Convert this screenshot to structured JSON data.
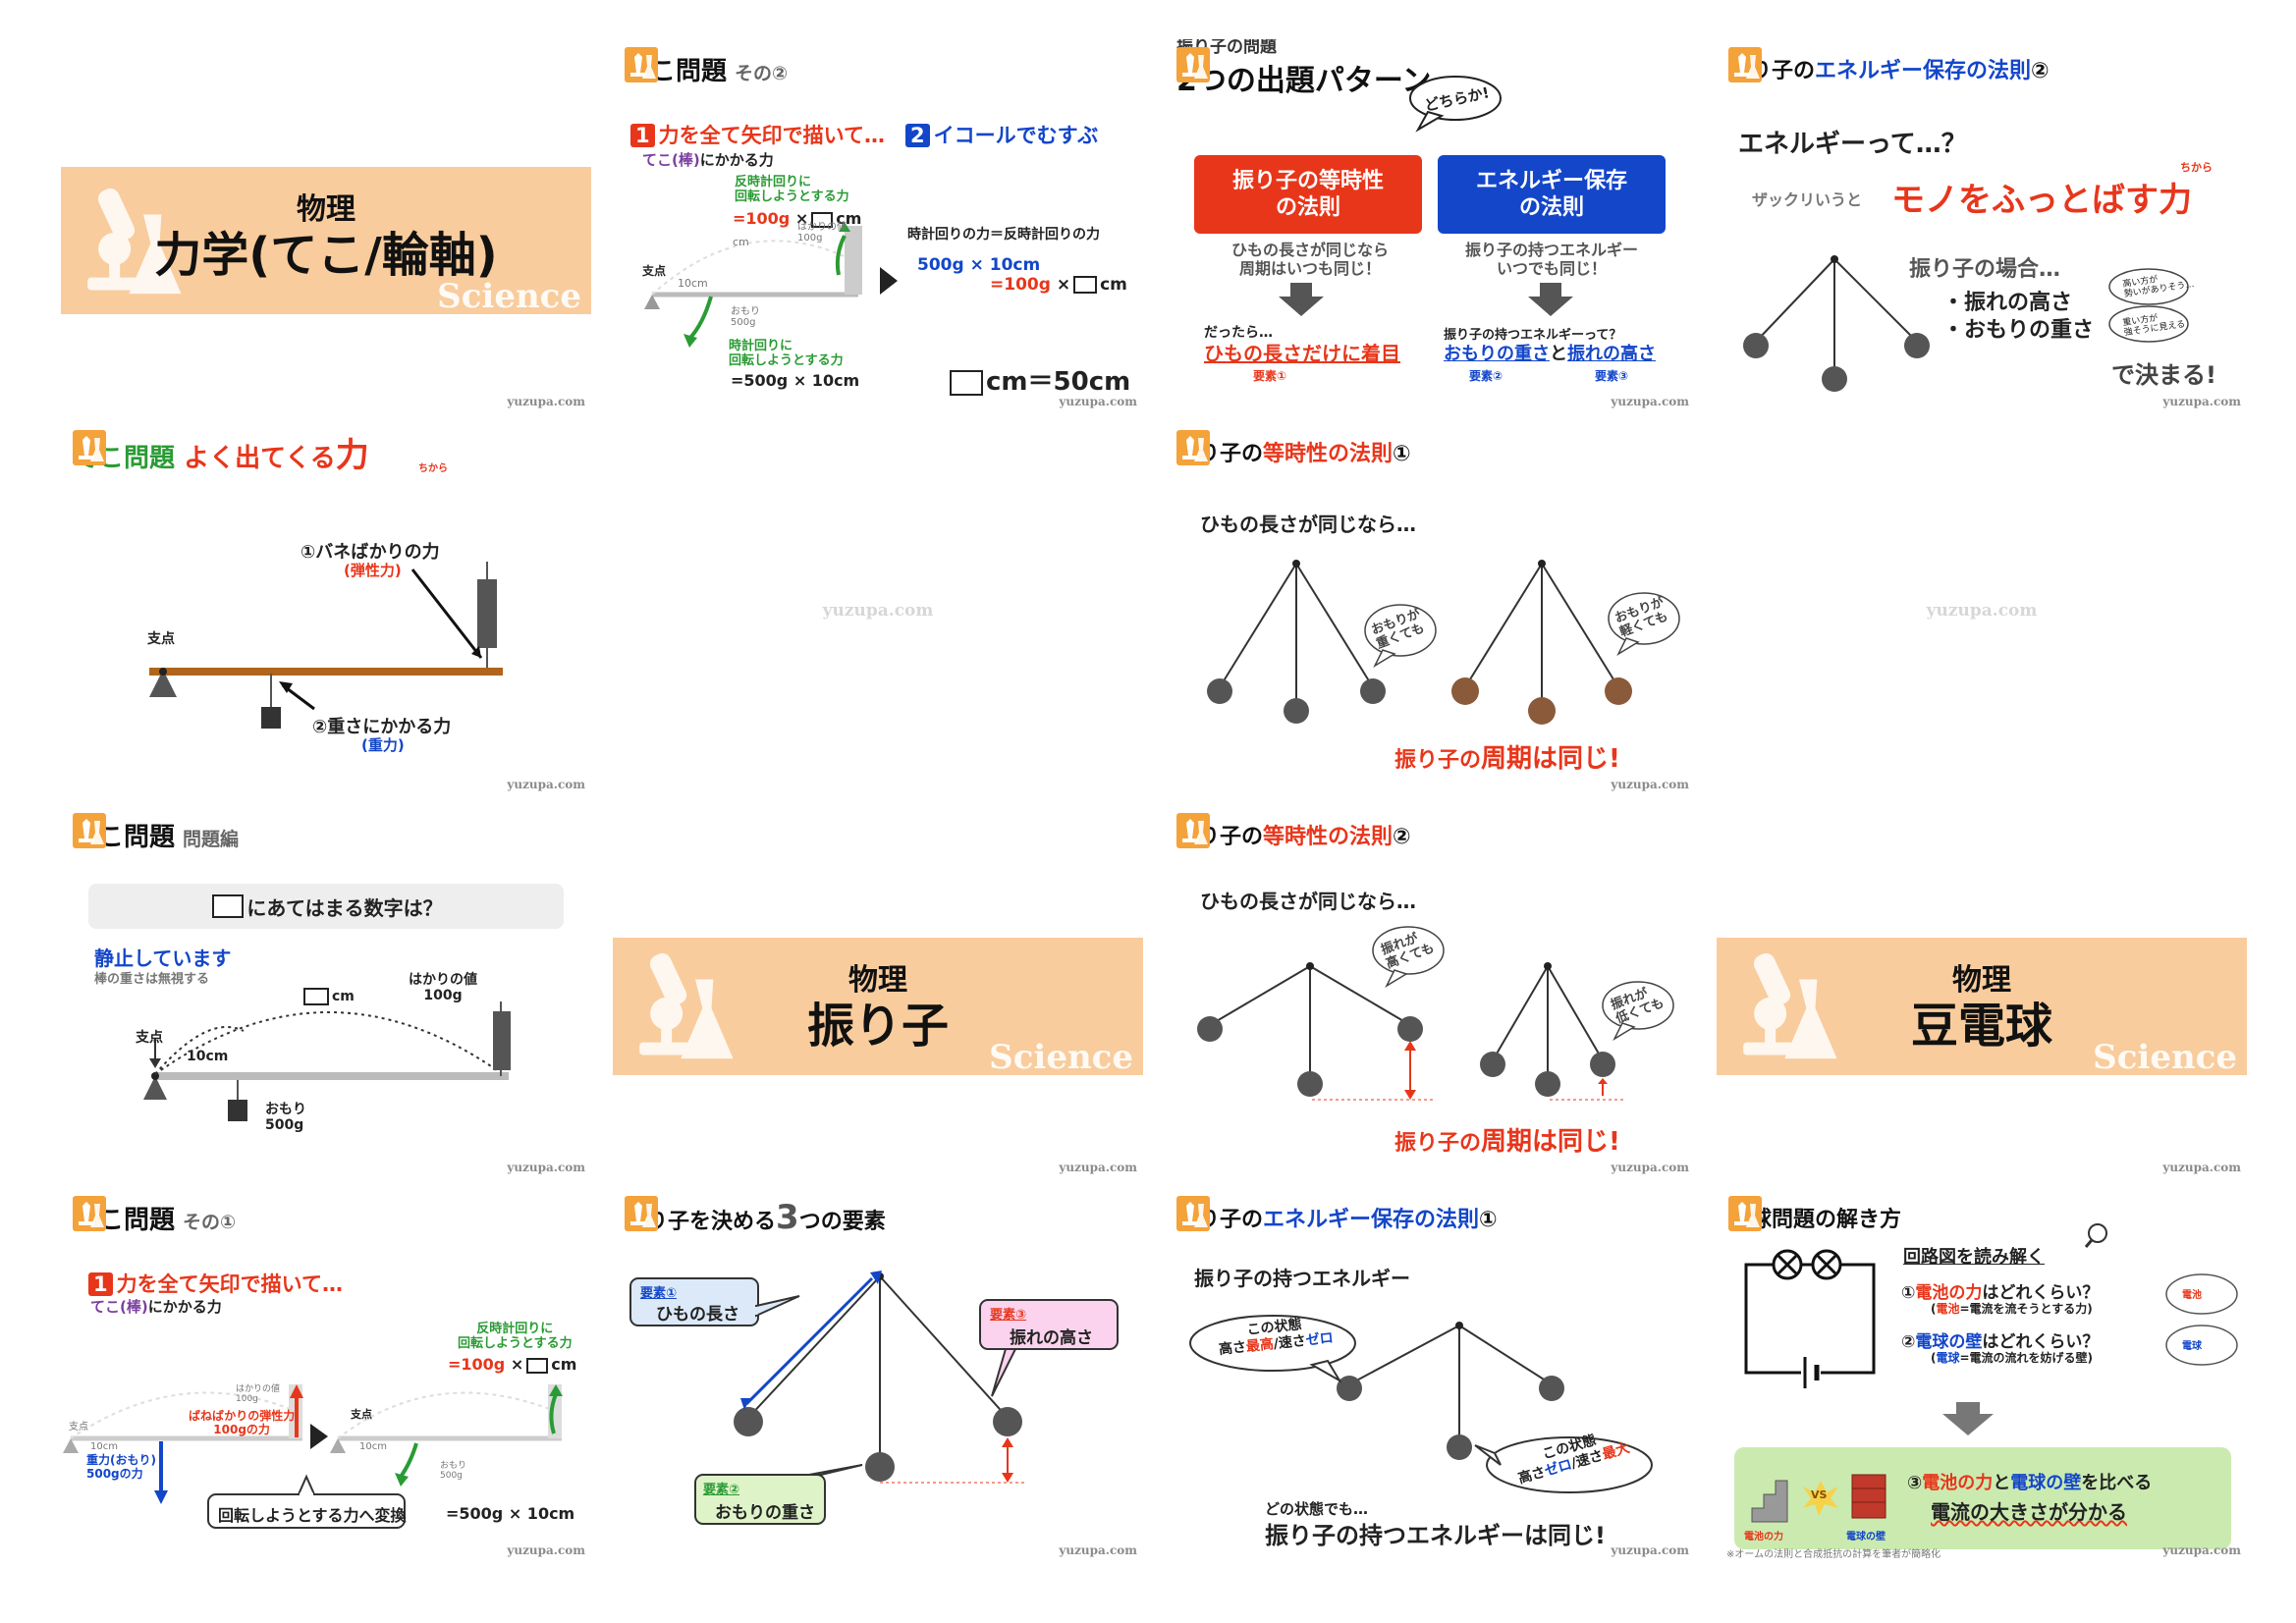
{
  "watermark": "yuzupa.com",
  "slide1": {
    "category": "物理",
    "title": "力学(てこ/輪軸)",
    "science": "Science"
  },
  "slide2": {
    "title": "てこ問題",
    "subtitle": "その②",
    "step1_num": "1",
    "step1": "力を全て矢印で描いて…",
    "step2_num": "2",
    "step2": "イコールでむすぶ",
    "lever_note_a": "てこ(棒)",
    "lever_note_b": "にかかる力",
    "counter_label": "反時計回りに\n回転しようとする力",
    "counter_expr_a": "=100g",
    "counter_expr_b": "×",
    "counter_expr_c": "cm",
    "fulcrum": "支点",
    "dist_10": "10cm",
    "dist_box_cm": "cm",
    "scale_label": "はかりの値\n100g",
    "weight_label": "おもり\n500g",
    "clock_label": "時計回りに\n回転しようとする力",
    "clock_expr": "=500g × 10cm",
    "eq_title": "時計回りの力＝反時計回りの力",
    "eq_line1": "500g × 10cm",
    "eq_line2_a": "=100g",
    "eq_line2_b": "×",
    "eq_line2_c": "cm",
    "answer_cm": "cm",
    "answer_val": "＝50cm"
  },
  "slide3": {
    "pre": "振り子の問題",
    "title": "2つの出題パターン",
    "bubble": "どちらか!",
    "box_left": "振り子の等時性\nの法則",
    "box_right": "エネルギー保存\nの法則",
    "desc_left": "ひもの長さが同じなら\n周期はいつも同じ！",
    "desc_right": "振り子の持つエネルギー\nいつでも同じ！",
    "then_left": "だったら…",
    "focus_left": "ひもの長さだけに着目",
    "elem_left": "要素①",
    "then_right": "振り子の持つエネルギーって？",
    "focus_right_a": "おもりの重さ",
    "focus_right_b": "と",
    "focus_right_c": "振れの高さ",
    "elem_r1": "要素②",
    "elem_r2": "要素③"
  },
  "slide4": {
    "title_a": "振り子の",
    "title_b": "エネルギー保存の法則",
    "title_num": "②",
    "q": "エネルギーって…？",
    "roughly": "ザックリいうと",
    "answer": "モノをふっとばす力",
    "ruby": "ちから",
    "case": "振り子の場合…",
    "pt1": "・振れの高さ",
    "pt2": "・おもりの重さ",
    "bubble1": "高い方が\n勢いがありそう…",
    "bubble2": "重い方が\n強そうに見える",
    "decided": "で決まる!"
  },
  "slide5": {
    "title_a": "てこ問題",
    "title_b": "よく出てくる",
    "title_c": "力",
    "ruby": "ちから",
    "spring_label": "①バネばかりの力",
    "spring_sub": "(弾性力)",
    "fulcrum": "支点",
    "gravity_label": "②重さにかかる力",
    "gravity_sub": "(重力)"
  },
  "slide6": {
    "mid_watermark": "yuzupa.com"
  },
  "slide7": {
    "title_a": "振り子の",
    "title_b": "等時性の法則",
    "title_num": "①",
    "lead": "ひもの長さが同じなら…",
    "bubble1": "おもりが\n重くても",
    "bubble2": "おもりが\n軽くても",
    "result_a": "振り子の",
    "result_b": "周期は同じ!"
  },
  "slide8": {
    "mid_watermark": "yuzupa.com"
  },
  "slide9": {
    "title": "てこ問題",
    "subtitle": "問題編",
    "question_suffix": "にあてはまる数字は？",
    "static": "静止しています",
    "static_sub": "棒の重さは無視する",
    "box_cm": "cm",
    "scale_label": "はかりの値\n100g",
    "fulcrum": "支点",
    "dist_10": "10cm",
    "weight_label": "おもり\n500g"
  },
  "slide10": {
    "category": "物理",
    "title": "振り子",
    "science": "Science"
  },
  "slide11": {
    "title_a": "振り子の",
    "title_b": "等時性の法則",
    "title_num": "②",
    "lead": "ひもの長さが同じなら…",
    "bubble1": "振れが\n高くても",
    "bubble2": "振れが\n低くても",
    "result_a": "振り子の",
    "result_b": "周期は同じ!"
  },
  "slide12": {
    "category": "物理",
    "title": "豆電球",
    "science": "Science"
  },
  "slide13": {
    "title": "てこ問題",
    "subtitle": "その①",
    "step1_num": "1",
    "step1": "力を全て矢印で描いて…",
    "lever_note_a": "てこ(棒)",
    "lever_note_b": "にかかる力",
    "fulcrum": "支点",
    "dist_10": "10cm",
    "scale_label": "はかりの値\n100g",
    "spring_label": "ばねばかりの弾性力\n100gの力",
    "gravity_label": "重力(おもり)\n500gの力",
    "weight_label": "おもり\n500g",
    "counter_label": "反時計回りに\n回転しようとする力",
    "counter_expr_a": "=100g",
    "counter_expr_b": "×",
    "counter_expr_c": "cm",
    "convert": "回転しようとする力へ変換",
    "clock_expr": "=500g × 10cm"
  },
  "slide14": {
    "title_a": "振り子を決める",
    "title_b": "3",
    "title_c": "つの要素",
    "e1_tag": "要素①",
    "e1": "ひもの長さ",
    "e2_tag": "要素②",
    "e2": "おもりの重さ",
    "e3_tag": "要素③",
    "e3": "振れの高さ"
  },
  "slide15": {
    "title_a": "振り子の",
    "title_b": "エネルギー保存の法則",
    "title_num": "①",
    "lead": "振り子の持つエネルギー",
    "bubble1_a": "この状態",
    "bubble1_b": "高さ",
    "bubble1_c": "最高",
    "bubble1_d": "/速さ",
    "bubble1_e": "ゼロ",
    "bubble2_a": "この状態",
    "bubble2_b": "高さ",
    "bubble2_c": "ゼロ",
    "bubble2_d": "/速さ",
    "bubble2_e": "最大",
    "foot_a": "どの状態でも…",
    "foot_b": "振り子の持つエネルギーは同じ!"
  },
  "slide16": {
    "title": "電球問題の解き方",
    "read": "回路図を読み解く",
    "q1_num": "①",
    "q1_a": "電池の力",
    "q1_b": "はどれくらい？",
    "q1_sub_a": "(",
    "q1_sub_b": "電池",
    "q1_sub_c": "=電流を流そうとする力)",
    "q2_num": "②",
    "q2_a": "電球の壁",
    "q2_b": "はどれくらい？",
    "q2_sub_a": "(",
    "q2_sub_b": "電球",
    "q2_sub_c": "=電流の流れを妨げる壁)",
    "badge1": "電池",
    "badge2": "電球",
    "vs": "VS",
    "cap_batt": "電池の力",
    "cap_wall": "電球の壁",
    "q3_num": "③",
    "q3_a": "電池の力",
    "q3_b": "と",
    "q3_c": "電球の壁",
    "q3_d": "を比べる",
    "q3_e": "電流の大きさが分かる",
    "footnote": "※オームの法則と合成抵抗の計算を筆者が簡略化"
  },
  "colors": {
    "accent_orange": "#f9cc9d",
    "red": "#e8361b",
    "blue": "#1346c9",
    "green": "#2a9b34"
  }
}
